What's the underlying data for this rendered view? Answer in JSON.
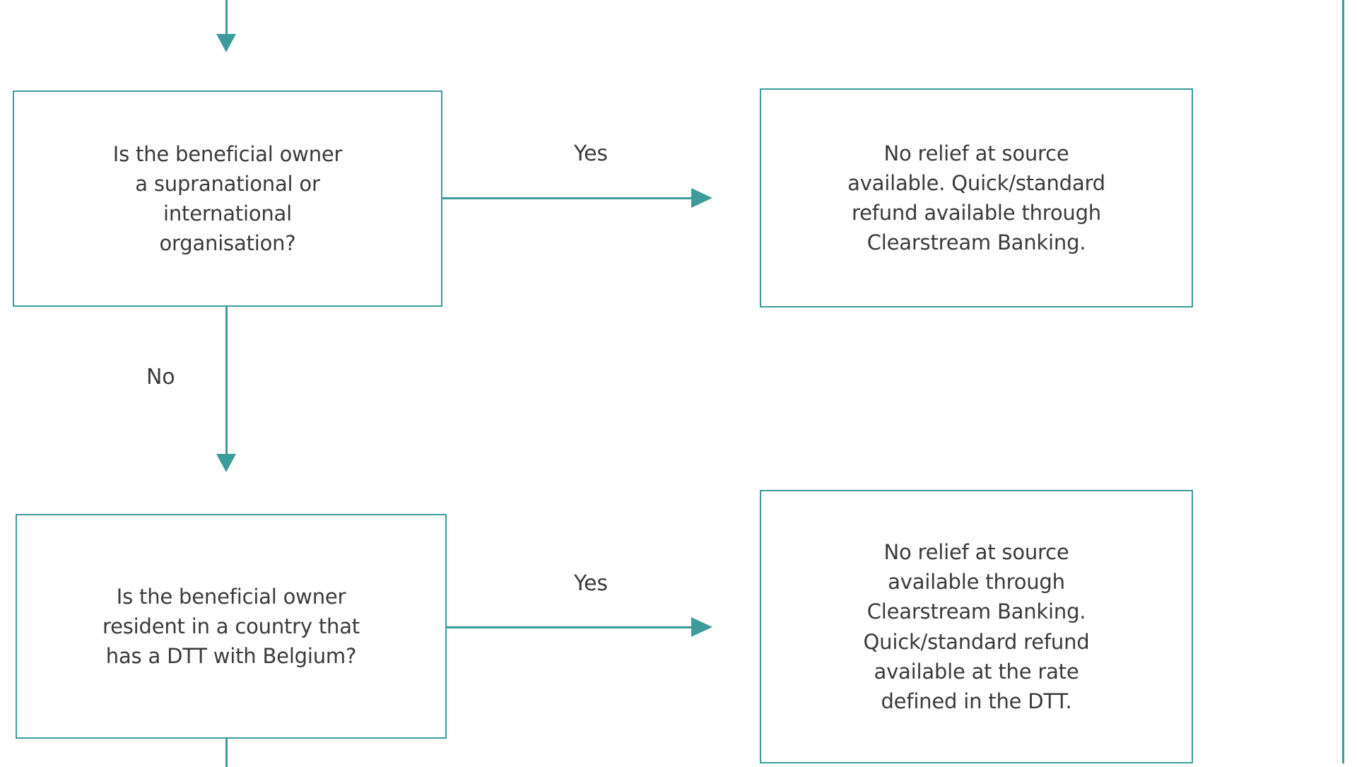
{
  "diagram": {
    "type": "flowchart",
    "accent_color": "#3d9b9b",
    "text_color": "#3a3a3a",
    "background_color": "#ffffff",
    "nodes": [
      {
        "id": "supranational",
        "shape": "process-box",
        "text": "Is the beneficial owner\na supranational or\ninternational\norganisation?"
      },
      {
        "id": "no-ras-quick-standard",
        "shape": "process-box",
        "text": "No relief at source\navailable. Quick/standard\nrefund available through\nClearstream Banking."
      },
      {
        "id": "dtt-country",
        "shape": "process-box",
        "text": "Is the beneficial owner\nresident in a country that\nhas a DTT with Belgium?"
      },
      {
        "id": "no-ras-dtt-rate",
        "shape": "process-box",
        "text": "No relief at source\navailable through\nClearstream Banking.\nQuick/standard refund\navailable at the rate\ndefined in the DTT."
      }
    ],
    "edges": [
      {
        "id": "top-stem",
        "from": "(off-screen above)",
        "to": "supranational",
        "label": ""
      },
      {
        "id": "yes-1",
        "from": "supranational",
        "to": "no-ras-quick-standard",
        "label": "Yes"
      },
      {
        "id": "no-1",
        "from": "supranational",
        "to": "dtt-country",
        "label": "No"
      },
      {
        "id": "yes-2",
        "from": "dtt-country",
        "to": "no-ras-dtt-rate",
        "label": "Yes"
      },
      {
        "id": "bottom-stem",
        "from": "dtt-country",
        "to": "(off-screen below)",
        "label": ""
      }
    ]
  }
}
